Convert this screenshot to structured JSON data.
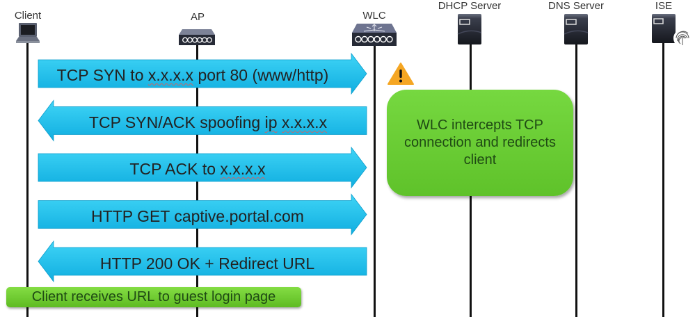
{
  "title": "Central Web Authentication TCP redirect sequence",
  "colors": {
    "arrow": "#1fbfea",
    "note": "#66c933",
    "warning": "#f5a623",
    "lifeline": "#111111"
  },
  "actors": [
    {
      "name": "Client",
      "icon": "laptop-icon"
    },
    {
      "name": "AP",
      "icon": "access-point-icon"
    },
    {
      "name": "WLC",
      "icon": "wireless-controller-icon"
    },
    {
      "name": "DHCP Server",
      "icon": "server-icon"
    },
    {
      "name": "DNS Server",
      "icon": "server-icon"
    },
    {
      "name": "ISE",
      "icon": "ise-server-fingerprint-icon"
    }
  ],
  "messages": [
    {
      "pre": "TCP SYN to ",
      "u": "x.x.x.x",
      "post": " port 80 (www/http)",
      "from": "Client",
      "to": "WLC",
      "direction": "right"
    },
    {
      "pre": "TCP SYN/ACK spoofing ",
      "u": "ip",
      "mid": " ",
      "u2": "x.x.x.x",
      "post": "",
      "from": "WLC",
      "to": "Client",
      "direction": "left"
    },
    {
      "pre": "TCP ACK to ",
      "u": "x.x.x.x",
      "post": "",
      "from": "Client",
      "to": "WLC",
      "direction": "right"
    },
    {
      "pre": "HTTP GET captive.portal.com",
      "u": "",
      "post": "",
      "from": "Client",
      "to": "WLC",
      "direction": "right"
    },
    {
      "pre": "HTTP 200 OK + Redirect URL",
      "u": "",
      "post": "",
      "from": "WLC",
      "to": "Client",
      "direction": "left"
    }
  ],
  "wlc_note": {
    "icon": "warning-icon",
    "text": "WLC intercepts TCP connection and redirects client"
  },
  "client_note": "Client receives URL to guest login page"
}
